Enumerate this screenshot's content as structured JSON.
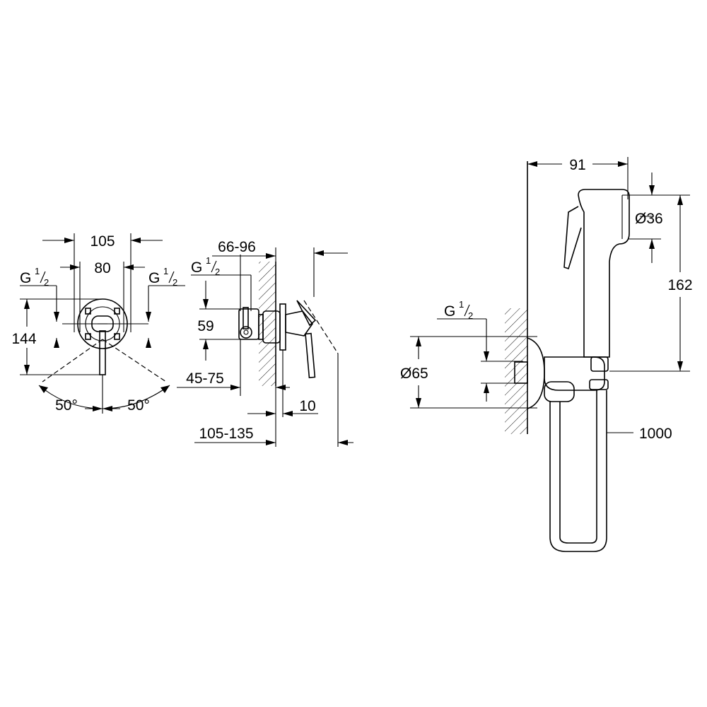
{
  "front_view": {
    "width_outer": "105",
    "width_inner": "80",
    "thread_left": {
      "letter": "G",
      "num": "1",
      "den": "2"
    },
    "thread_right": {
      "letter": "G",
      "num": "1",
      "den": "2"
    },
    "height": "144",
    "angle_left": "50°",
    "angle_right": "50°"
  },
  "side_view": {
    "wall_range": "66-96",
    "thread": {
      "letter": "G",
      "num": "1",
      "den": "2"
    },
    "center_height": "59",
    "depth_range": "45-75",
    "projection": "10",
    "total_range": "105-135"
  },
  "spray_view": {
    "depth": "91",
    "head_dia": "Ø36",
    "height": "162",
    "thread": {
      "letter": "G",
      "num": "1",
      "den": "2"
    },
    "rosette_dia": "Ø65",
    "hose_length": "1000"
  }
}
